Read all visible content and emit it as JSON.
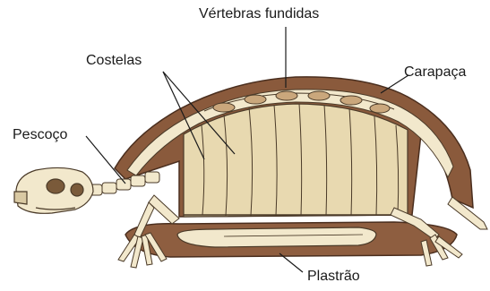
{
  "labels": {
    "vertebras": "Vértebras fundidas",
    "costelas": "Costelas",
    "carapaca": "Carapaça",
    "pescoco": "Pescoço",
    "plastrao": "Plastrão"
  },
  "colors": {
    "bone": "#f2e8cc",
    "bone_outline": "#4a3a28",
    "shell_brown": "#8a5a3c",
    "shell_dark": "#5a3826",
    "cavity_light": "#e8d9b0",
    "plastron": "#9c6a4a",
    "leader_line": "#1a1a1a"
  }
}
